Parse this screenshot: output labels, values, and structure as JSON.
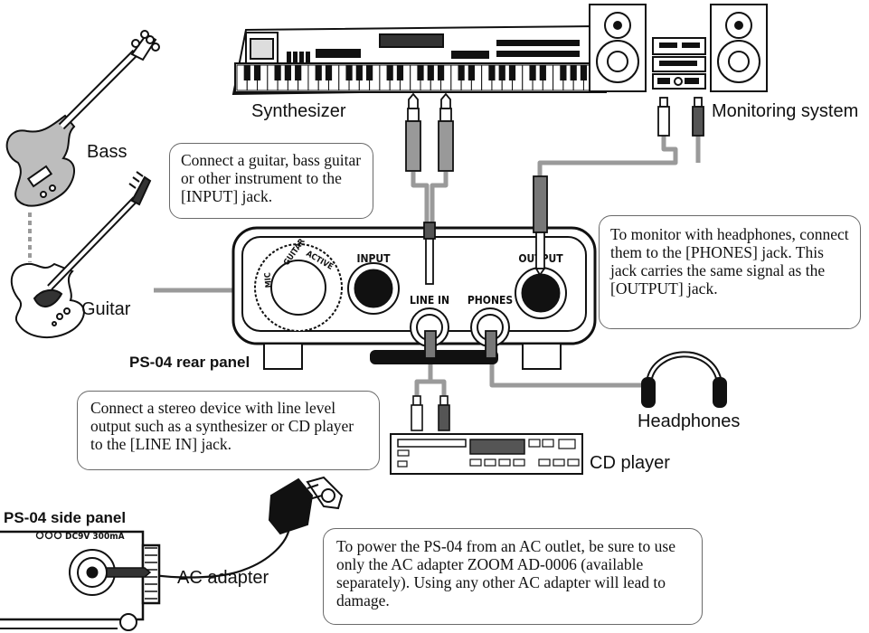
{
  "labels": {
    "synthesizer": "Synthesizer",
    "monitoring_system": "Monitoring system",
    "bass": "Bass",
    "guitar": "Guitar",
    "headphones": "Headphones",
    "cd_player": "CD player",
    "ac_adapter": "AC adapter",
    "rear_panel": "PS-04 rear panel",
    "side_panel": "PS-04 side panel"
  },
  "panel_markings": {
    "input": "INPUT",
    "line_in": "LINE IN",
    "phones": "PHONES",
    "output": "OUTPUT",
    "dc_rating": "DC9V 300mA",
    "switch_guitar": "GUITAR",
    "switch_active": "ACTIVE",
    "switch_mic": "MIC"
  },
  "callouts": {
    "input_note": "Connect a guitar, bass guitar or other instrument to the [INPUT] jack.",
    "line_in_note": "Connect a stereo device with line level output such as a synthesizer or CD player to the [LINE IN] jack.",
    "phones_note": "To monitor with headphones, connect them to the [PHONES] jack. This jack carries the same signal as the [OUTPUT] jack.",
    "power_note": "To power the PS-04 from an AC outlet, be sure to use only the AC adapter ZOOM AD-0006 (available separately). Using any other AC adapter will lead to damage."
  },
  "colors": {
    "line": "#111111",
    "cable_gray": "#999999",
    "box_border": "#6a6a6a",
    "connector_dark": "#6b6b6b"
  }
}
